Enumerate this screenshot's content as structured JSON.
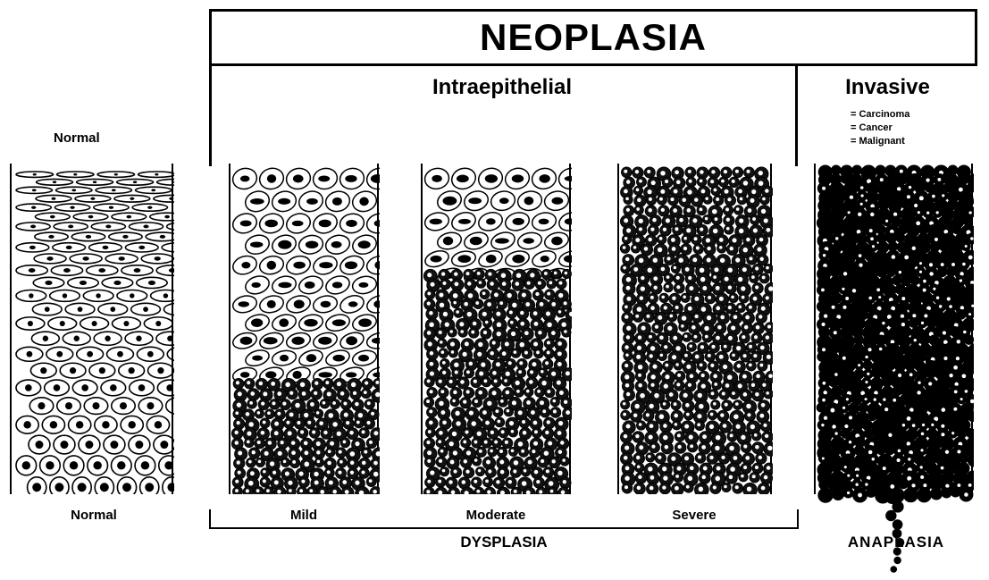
{
  "header": {
    "title": "NEOPLASIA",
    "intraepithelial": "Intraepithelial",
    "invasive": "Invasive",
    "invasive_terms": [
      "Carcinoma",
      "Cancer",
      "Malignant"
    ]
  },
  "normal_top_label": "Normal",
  "panels": [
    {
      "label": "Normal"
    },
    {
      "label": "Mild"
    },
    {
      "label": "Moderate"
    },
    {
      "label": "Severe"
    },
    {
      "label": ""
    }
  ],
  "dysplasia_label": "DYSPLASIA",
  "anaplasia_label": "ANAPLASIA"
}
